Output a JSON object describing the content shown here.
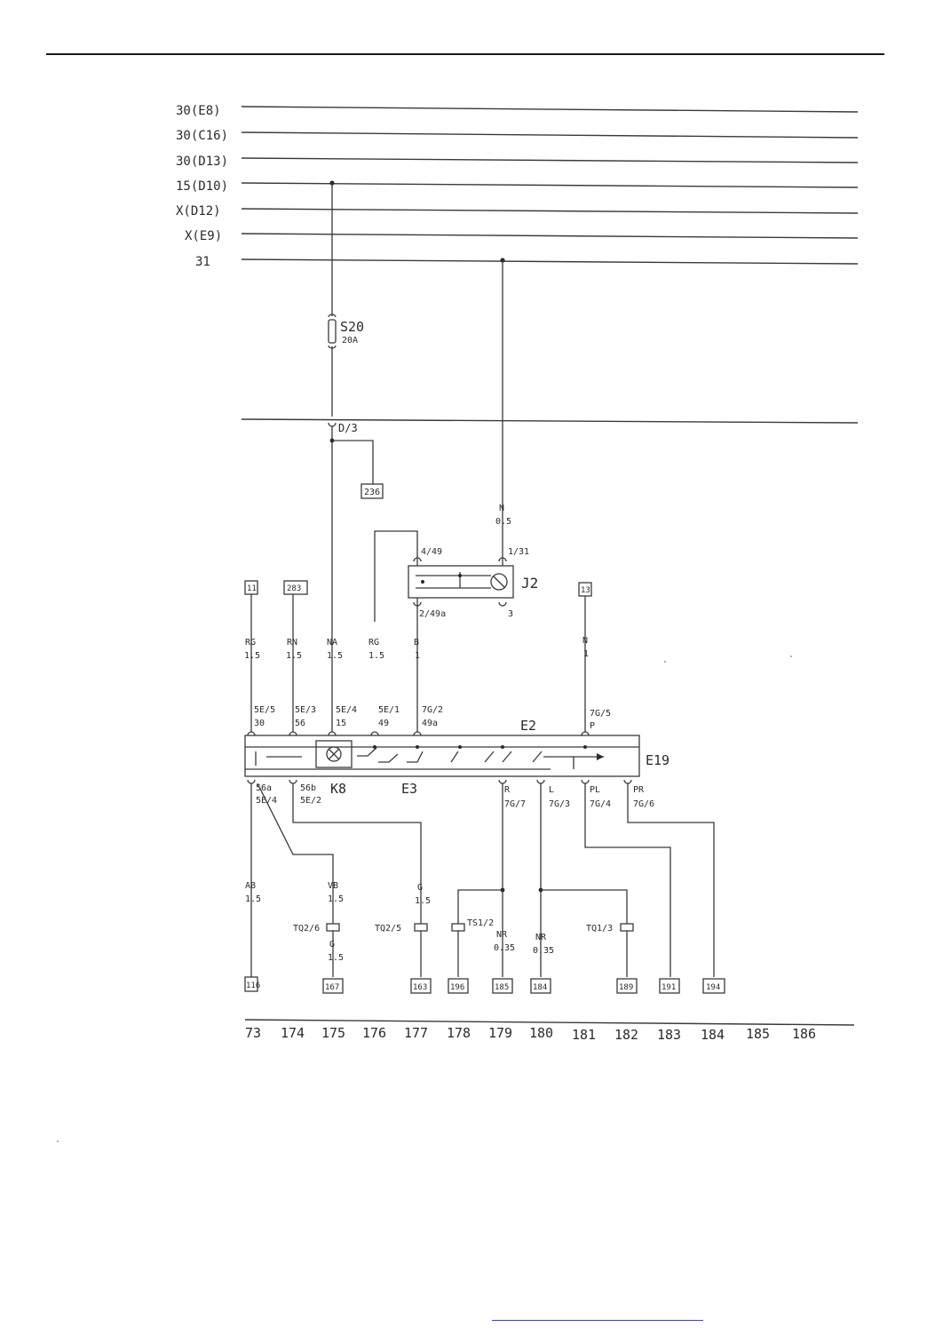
{
  "bus_labels": [
    "30(E8)",
    "30(C16)",
    "30(D13)",
    "15(D10)",
    "X(D12)",
    "X(E9)",
    "31"
  ],
  "fuse": {
    "name": "S20",
    "rating": "20A",
    "connector": "D/3",
    "ref": "236"
  },
  "indicator": {
    "name": "J2",
    "pin_top_left": "4/49",
    "pin_top_right": "1/31",
    "pin_bottom_left": "2/49a",
    "pin_bottom_right": "3",
    "wire_color": "N",
    "wire_size": "0.5"
  },
  "refs_top": [
    "11",
    "283",
    "13"
  ],
  "wires_top": [
    {
      "color": "RG",
      "size": "1.5"
    },
    {
      "color": "RN",
      "size": "1.5"
    },
    {
      "color": "NA",
      "size": "1.5"
    },
    {
      "color": "RG",
      "size": "1.5"
    },
    {
      "color": "B",
      "size": "1"
    },
    {
      "color": "N",
      "size": "1"
    }
  ],
  "module_pins_top": [
    {
      "id": "5E/5",
      "term": "30"
    },
    {
      "id": "5E/3",
      "term": "56"
    },
    {
      "id": "5E/4",
      "term": "15"
    },
    {
      "id": "5E/1",
      "term": "49"
    },
    {
      "id": "7G/2",
      "term": "49a"
    },
    {
      "id": "7G/5",
      "term": "P"
    }
  ],
  "module_labels": {
    "e2": "E2",
    "e19": "E19",
    "k8": "K8",
    "e3": "E3"
  },
  "module_pins_bottom": [
    {
      "term": "56a",
      "id": "5E/4"
    },
    {
      "term": "56b",
      "id": "5E/2"
    },
    {
      "term": "R",
      "id": "7G/7"
    },
    {
      "term": "L",
      "id": "7G/3"
    },
    {
      "term": "PL",
      "id": "7G/4"
    },
    {
      "term": "PR",
      "id": "7G/6"
    }
  ],
  "wires_bottom": [
    {
      "color": "AB",
      "size": "1.5"
    },
    {
      "color": "VB",
      "size": "1.5"
    },
    {
      "color": "G",
      "size": "1.5"
    },
    {
      "color": "NR",
      "size": "0.35"
    },
    {
      "color": "NR",
      "size": "0.35"
    },
    {
      "color": "G",
      "size": "1.5"
    }
  ],
  "connectors": [
    "TQ2/6",
    "TQ2/5",
    "TS1/2",
    "TQ1/3"
  ],
  "refs_bottom": [
    "116",
    "167",
    "163",
    "196",
    "185",
    "184",
    "189",
    "191",
    "194"
  ],
  "column_numbers": [
    "73",
    "174",
    "175",
    "176",
    "177",
    "178",
    "179",
    "180",
    "181",
    "182",
    "183",
    "184",
    "185",
    "186"
  ],
  "colors": {
    "ink": "#2a2a2a",
    "line": "#3a3a3a",
    "link": "#3b3bd6"
  }
}
